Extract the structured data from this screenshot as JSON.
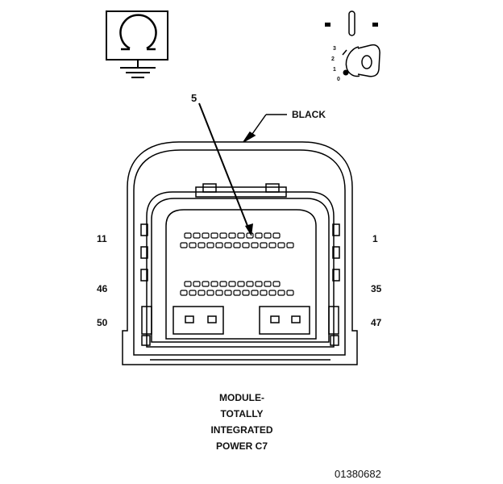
{
  "callout": {
    "label": "5"
  },
  "color_label": "BLACK",
  "pins": {
    "top_left": "11",
    "top_right": "1",
    "mid_left": "46",
    "mid_right": "35",
    "bottom_left": "50",
    "bottom_right": "47"
  },
  "caption": {
    "line1": "MODULE-",
    "line2": "TOTALLY",
    "line3": "INTEGRATED",
    "line4": "POWER C7"
  },
  "figure_id": "01380682",
  "ignition": {
    "positions": [
      "3",
      "2",
      "1",
      "0"
    ]
  },
  "icons": {
    "ground_ohm": "ohmmeter-ground-icon",
    "ignition_key": "ignition-key-icon"
  }
}
